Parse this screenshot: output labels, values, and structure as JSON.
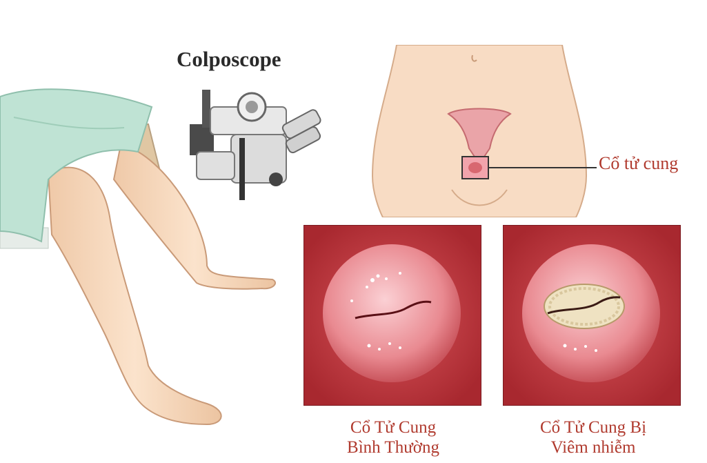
{
  "labels": {
    "instrument": "Colposcope",
    "cervix_callout": "Cổ tử cung"
  },
  "panels": {
    "normal": {
      "caption_line1": "Cổ Tử Cung",
      "caption_line2": "Bình Thường"
    },
    "inflamed": {
      "caption_line1": "Cổ Tử Cung Bị",
      "caption_line2": "Viêm nhiễm"
    }
  },
  "colors": {
    "caption_text": "#b03a2e",
    "skin": "#f6d9bf",
    "drape": "#bfe3d4",
    "panel_bg": "#b8343a",
    "cervix_pink": "#e47c84"
  }
}
